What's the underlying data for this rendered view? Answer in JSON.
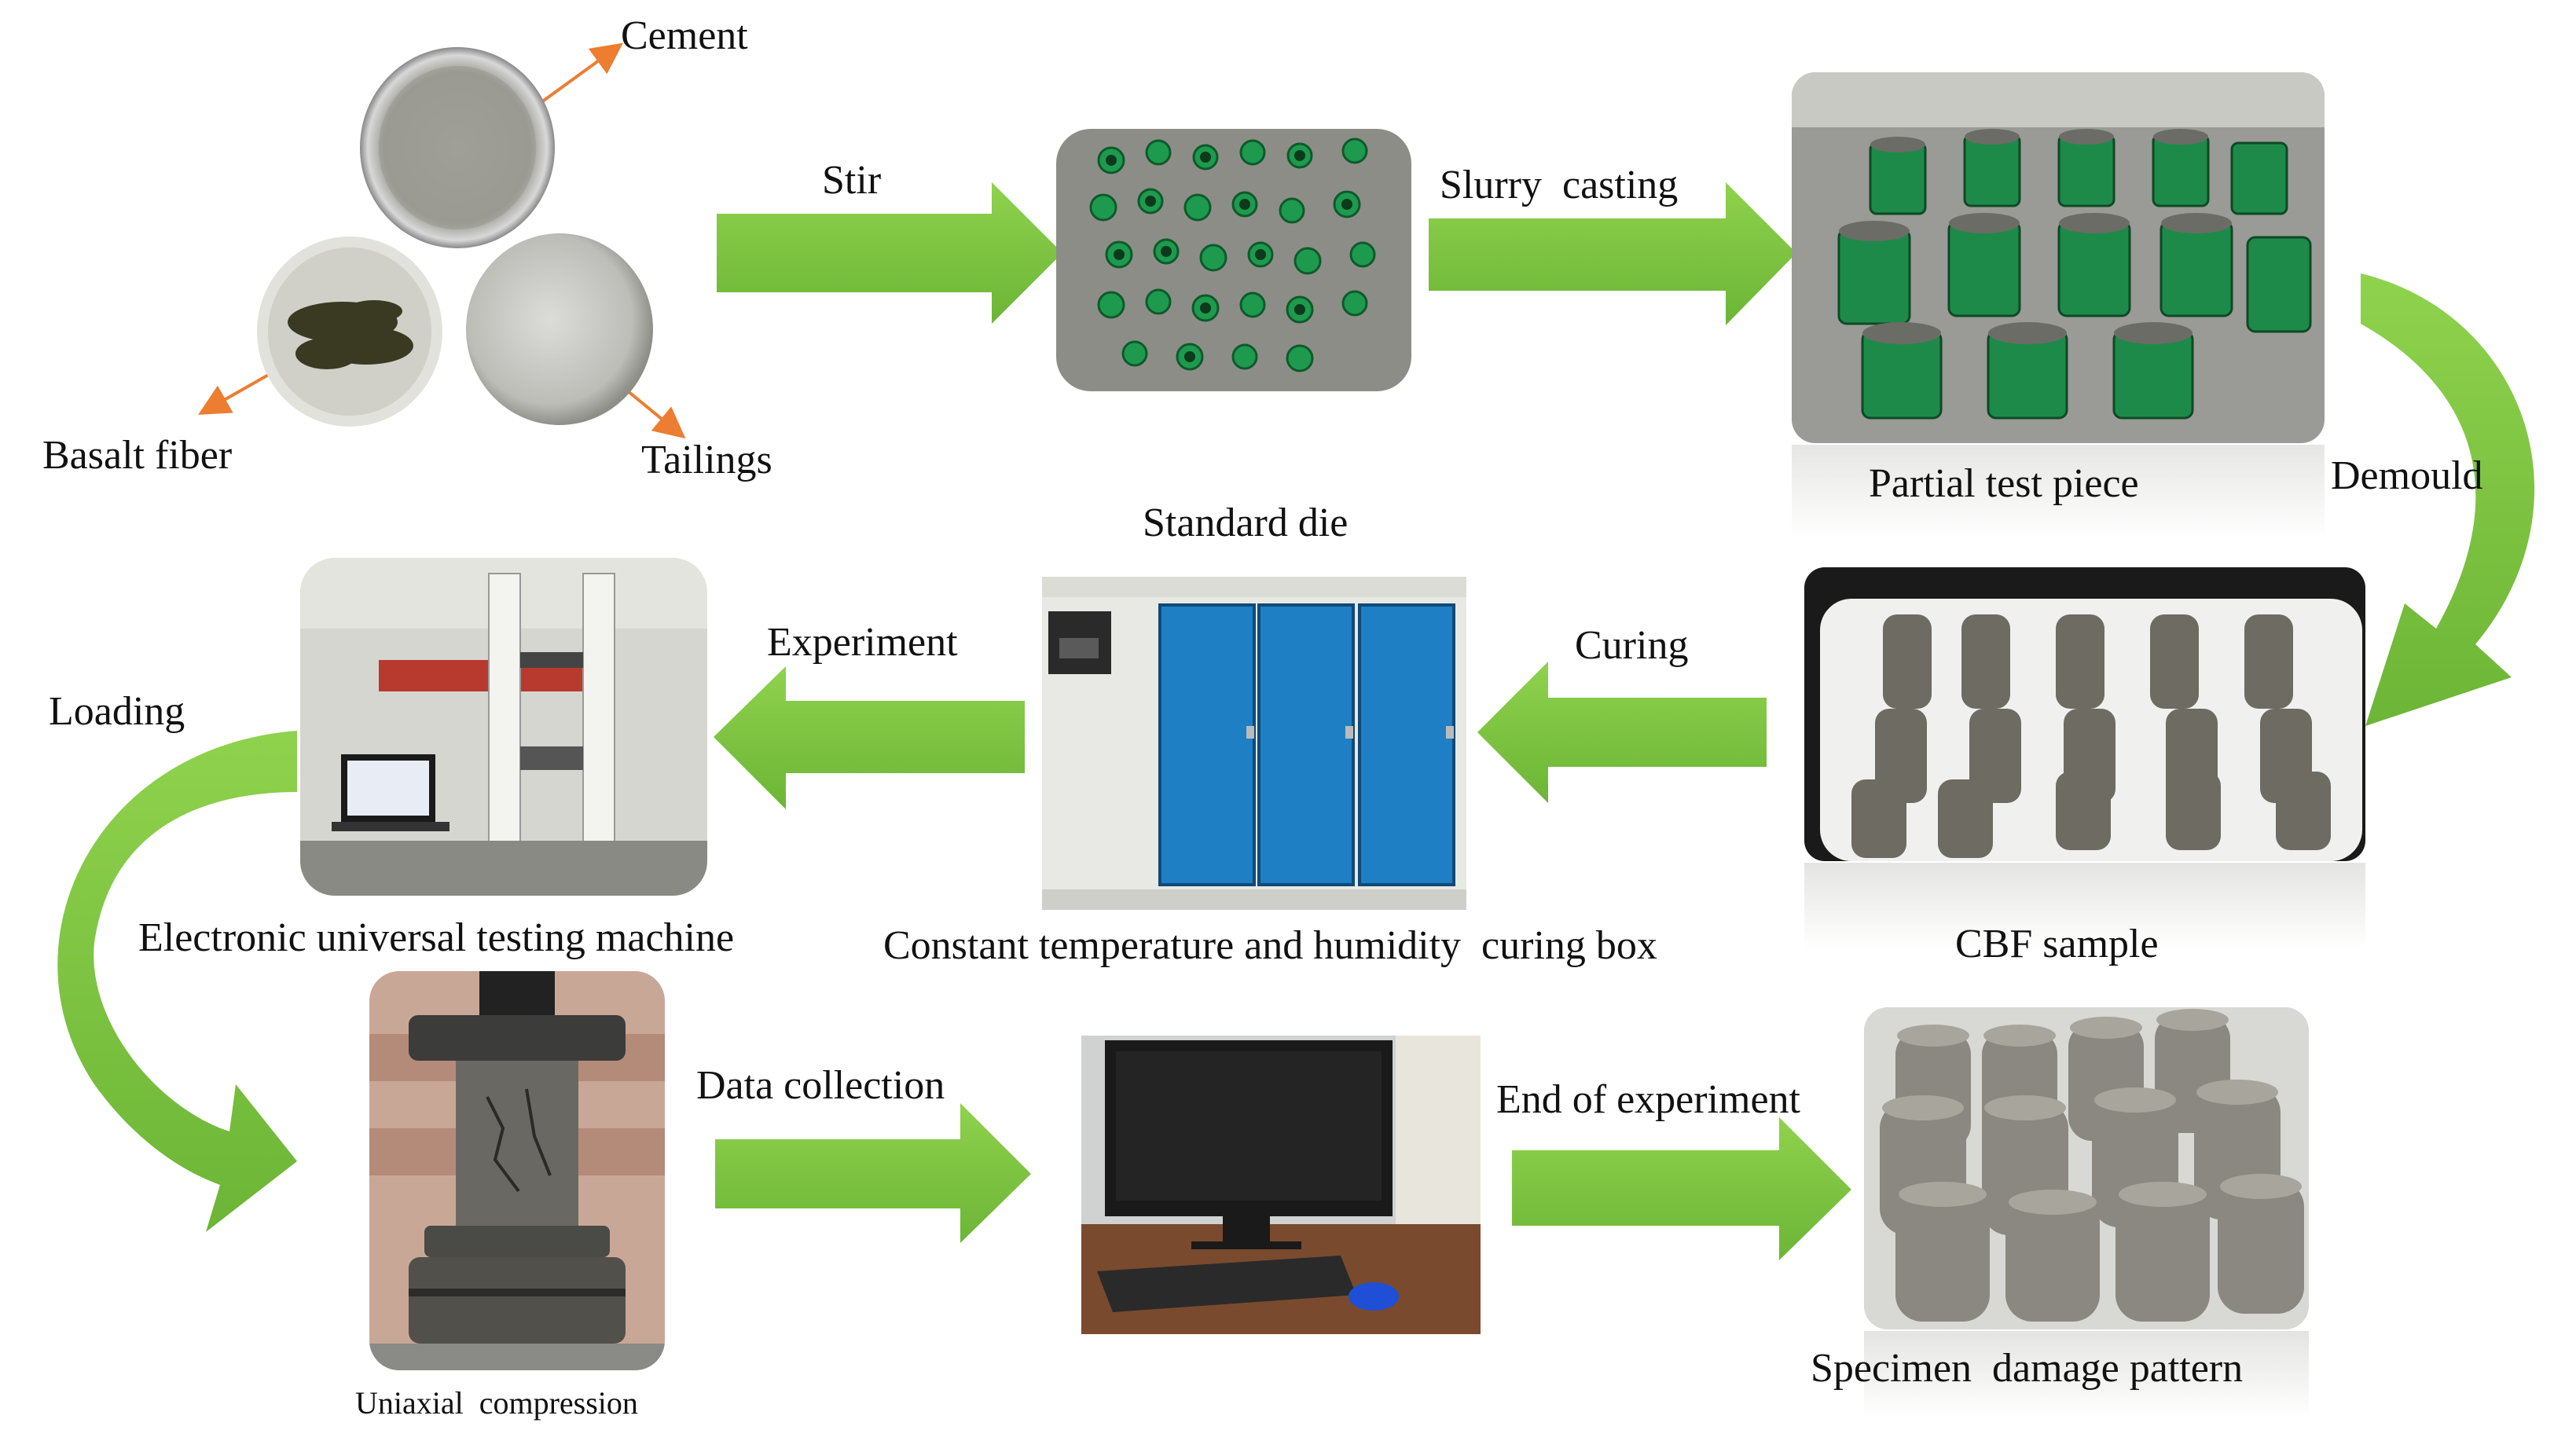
{
  "materials": {
    "cement": "Cement",
    "basalt_fiber": "Basalt fiber",
    "tailings": "Tailings"
  },
  "steps": {
    "stir": "Stir",
    "slurry_casting": "Slurry  casting",
    "demould": "Demould",
    "curing": "Curing",
    "experiment": "Experiment",
    "loading": "Loading",
    "data_collection": "Data collection",
    "end_of_experiment": "End of experiment"
  },
  "captions": {
    "partial_test_piece": "Partial test piece",
    "standard_die": "Standard die",
    "cbf_sample": "CBF sample",
    "curing_box": "Constant temperature and humidity  curing box",
    "testing_machine": "Electronic universal testing machine",
    "uniaxial_compression": "Uniaxial  compression",
    "damage_pattern": "Specimen  damage pattern"
  },
  "colors": {
    "arrow_green": "#7dc242",
    "pointer_orange": "#ed7d31",
    "mold_green": "#1e8a4a",
    "cabinet_blue": "#1f7fc4"
  }
}
